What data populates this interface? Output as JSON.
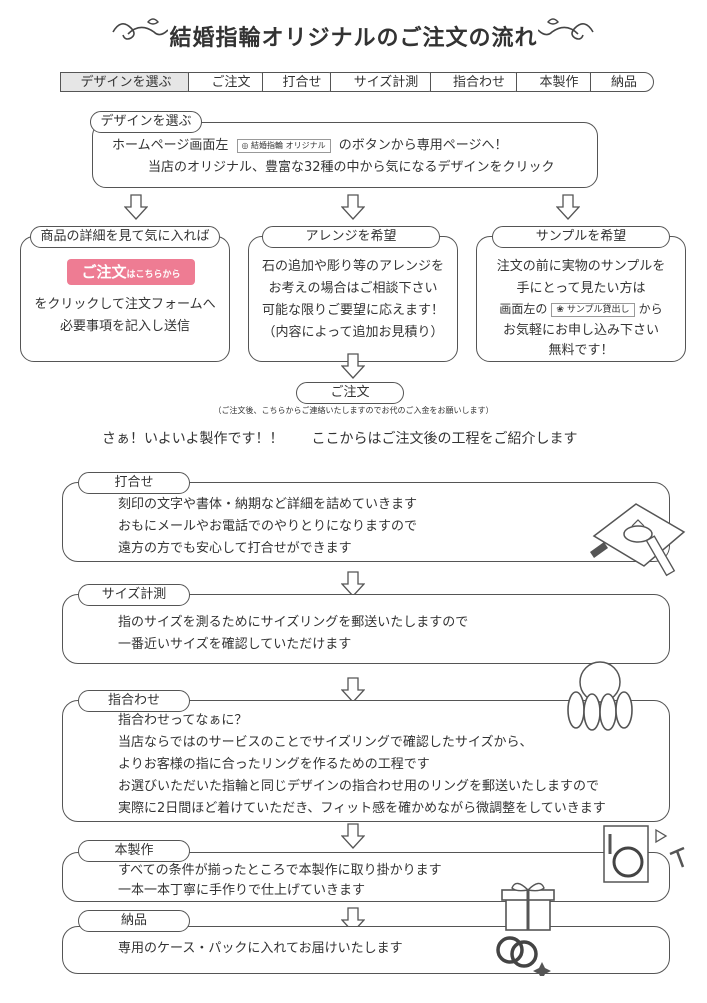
{
  "title": "結婚指輪オリジナルのご注文の流れ",
  "steps": [
    "デザインを選ぶ",
    "ご注文",
    "打合せ",
    "サイズ計測",
    "指合わせ",
    "本製作",
    "納品"
  ],
  "design": {
    "tag": "デザインを選ぶ",
    "line1_a": "ホームページ画面左",
    "line1_badge": "結婚指輪 オリジナル",
    "line1_b": "のボタンから専用ページへ！",
    "line2": "当店のオリジナル、豊富な32種の中から気になるデザインをクリック"
  },
  "detail": {
    "tag": "商品の詳細を見て気に入れば",
    "button_main": "ご注文",
    "button_sub": "はこちらから",
    "line1": "をクリックして注文フォームへ",
    "line2": "必要事項を記入し送信"
  },
  "arrange": {
    "tag": "アレンジを希望",
    "lines": [
      "石の追加や彫り等のアレンジを",
      "お考えの場合はご相談下さい",
      "可能な限りご要望に応えます！",
      "（内容によって追加お見積り）"
    ]
  },
  "sample": {
    "tag": "サンプルを希望",
    "line1": "注文の前に実物のサンプルを",
    "line2": "手にとって見たい方は",
    "line3_a": "画面左の",
    "line3_badge": "サンプル貸出し",
    "line3_b": "から",
    "line4": "お気軽にお申し込み下さい",
    "line5": "無料です！"
  },
  "order": {
    "tag": "ご注文",
    "note": "（ご注文後、こちらからご連絡いたしますのでお代のご入金をお願いします）"
  },
  "intro": "さぁ！いよいよ製作です！！　　ここからはご注文後の工程をご紹介します",
  "meeting": {
    "tag": "打合せ",
    "lines": [
      "刻印の文字や書体・納期など詳細を詰めていきます",
      "おもにメールやお電話でのやりとりになりますので",
      "遠方の方でも安心して打合せができます"
    ]
  },
  "size": {
    "tag": "サイズ計測",
    "lines": [
      "指のサイズを測るためにサイズリングを郵送いたしますので",
      "一番近いサイズを確認していただけます"
    ]
  },
  "fitting": {
    "tag": "指合わせ",
    "lines": [
      "指合わせってなぁに？",
      "当店ならではのサービスのことでサイズリングで確認したサイズから、",
      "よりお客様の指に合ったリングを作るための工程です",
      "お選びいただいた指輪と同じデザインの指合わせ用のリングを郵送いたしますので",
      "実際に2日間ほど着けていただき、フィット感を確かめながら微調整をしていきます"
    ]
  },
  "production": {
    "tag": "本製作",
    "lines": [
      "すべての条件が揃ったところで本製作に取り掛かります",
      "一本一本丁寧に手作りで仕上げていきます"
    ]
  },
  "delivery": {
    "tag": "納品",
    "lines": [
      "専用のケース・パックに入れてお届けいたします"
    ]
  }
}
